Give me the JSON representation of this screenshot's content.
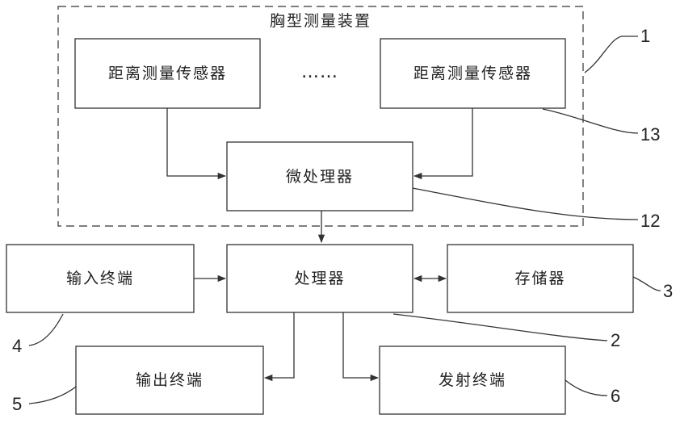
{
  "diagram": {
    "group_title": "胸型测量装置",
    "ellipsis": "……",
    "boxes": {
      "sensor_left": "距离测量传感器",
      "sensor_right": "距离测量传感器",
      "microprocessor": "微处理器",
      "input_terminal": "输入终端",
      "processor": "处理器",
      "memory": "存储器",
      "output_terminal": "输出终端",
      "transmit_terminal": "发射终端"
    },
    "labels": {
      "device": "1",
      "processor": "2",
      "memory": "3",
      "input_terminal": "4",
      "output_terminal": "5",
      "transmit_terminal": "6",
      "microprocessor": "12",
      "sensor": "13"
    }
  }
}
